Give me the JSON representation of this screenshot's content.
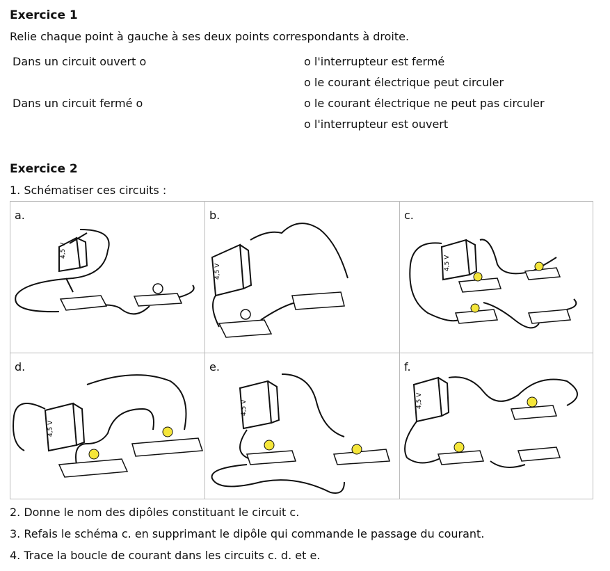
{
  "ex1": {
    "title": "Exercice 1",
    "instruction": "Relie chaque point à gauche à ses deux points correspondants à droite.",
    "left": [
      "Dans un circuit ouvert o",
      "Dans un circuit fermé o"
    ],
    "right": [
      "o l'interrupteur est fermé",
      "o le courant électrique peut circuler",
      "o le courant électrique ne peut pas circuler",
      "o l'interrupteur est ouvert"
    ]
  },
  "ex2": {
    "title": "Exercice 2",
    "q1": "1. Schématiser ces circuits :",
    "cells": [
      "a.",
      "b.",
      "c.",
      "d.",
      "e.",
      "f."
    ],
    "battery_label": "4,5 V",
    "q2": "2. Donne le nom des dipôles constituant le circuit c.",
    "q3": "3. Refais le schéma c. en supprimant le dipôle qui commande le passage du courant.",
    "q4": "4. Trace la boucle de courant dans les circuits c. d. et e."
  },
  "colors": {
    "lamp_lit": "#f5e63a",
    "line": "#111111",
    "grid": "#bbbbbb"
  }
}
